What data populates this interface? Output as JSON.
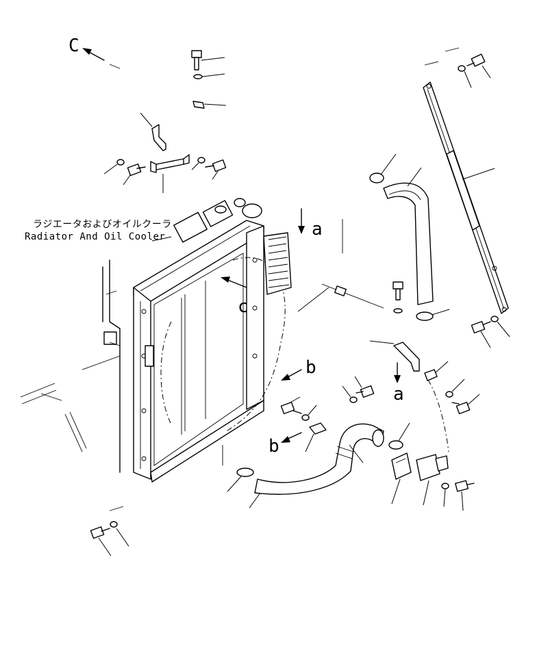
{
  "caption": {
    "japanese": "ラジエータおよびオイルクーラ",
    "english": "Radiator And Oil Cooler"
  },
  "view_refs": {
    "c_top": "C",
    "c_body": "c",
    "a_top": "a",
    "a_bottom": "a",
    "b_upper": "b",
    "b_lower": "b"
  }
}
